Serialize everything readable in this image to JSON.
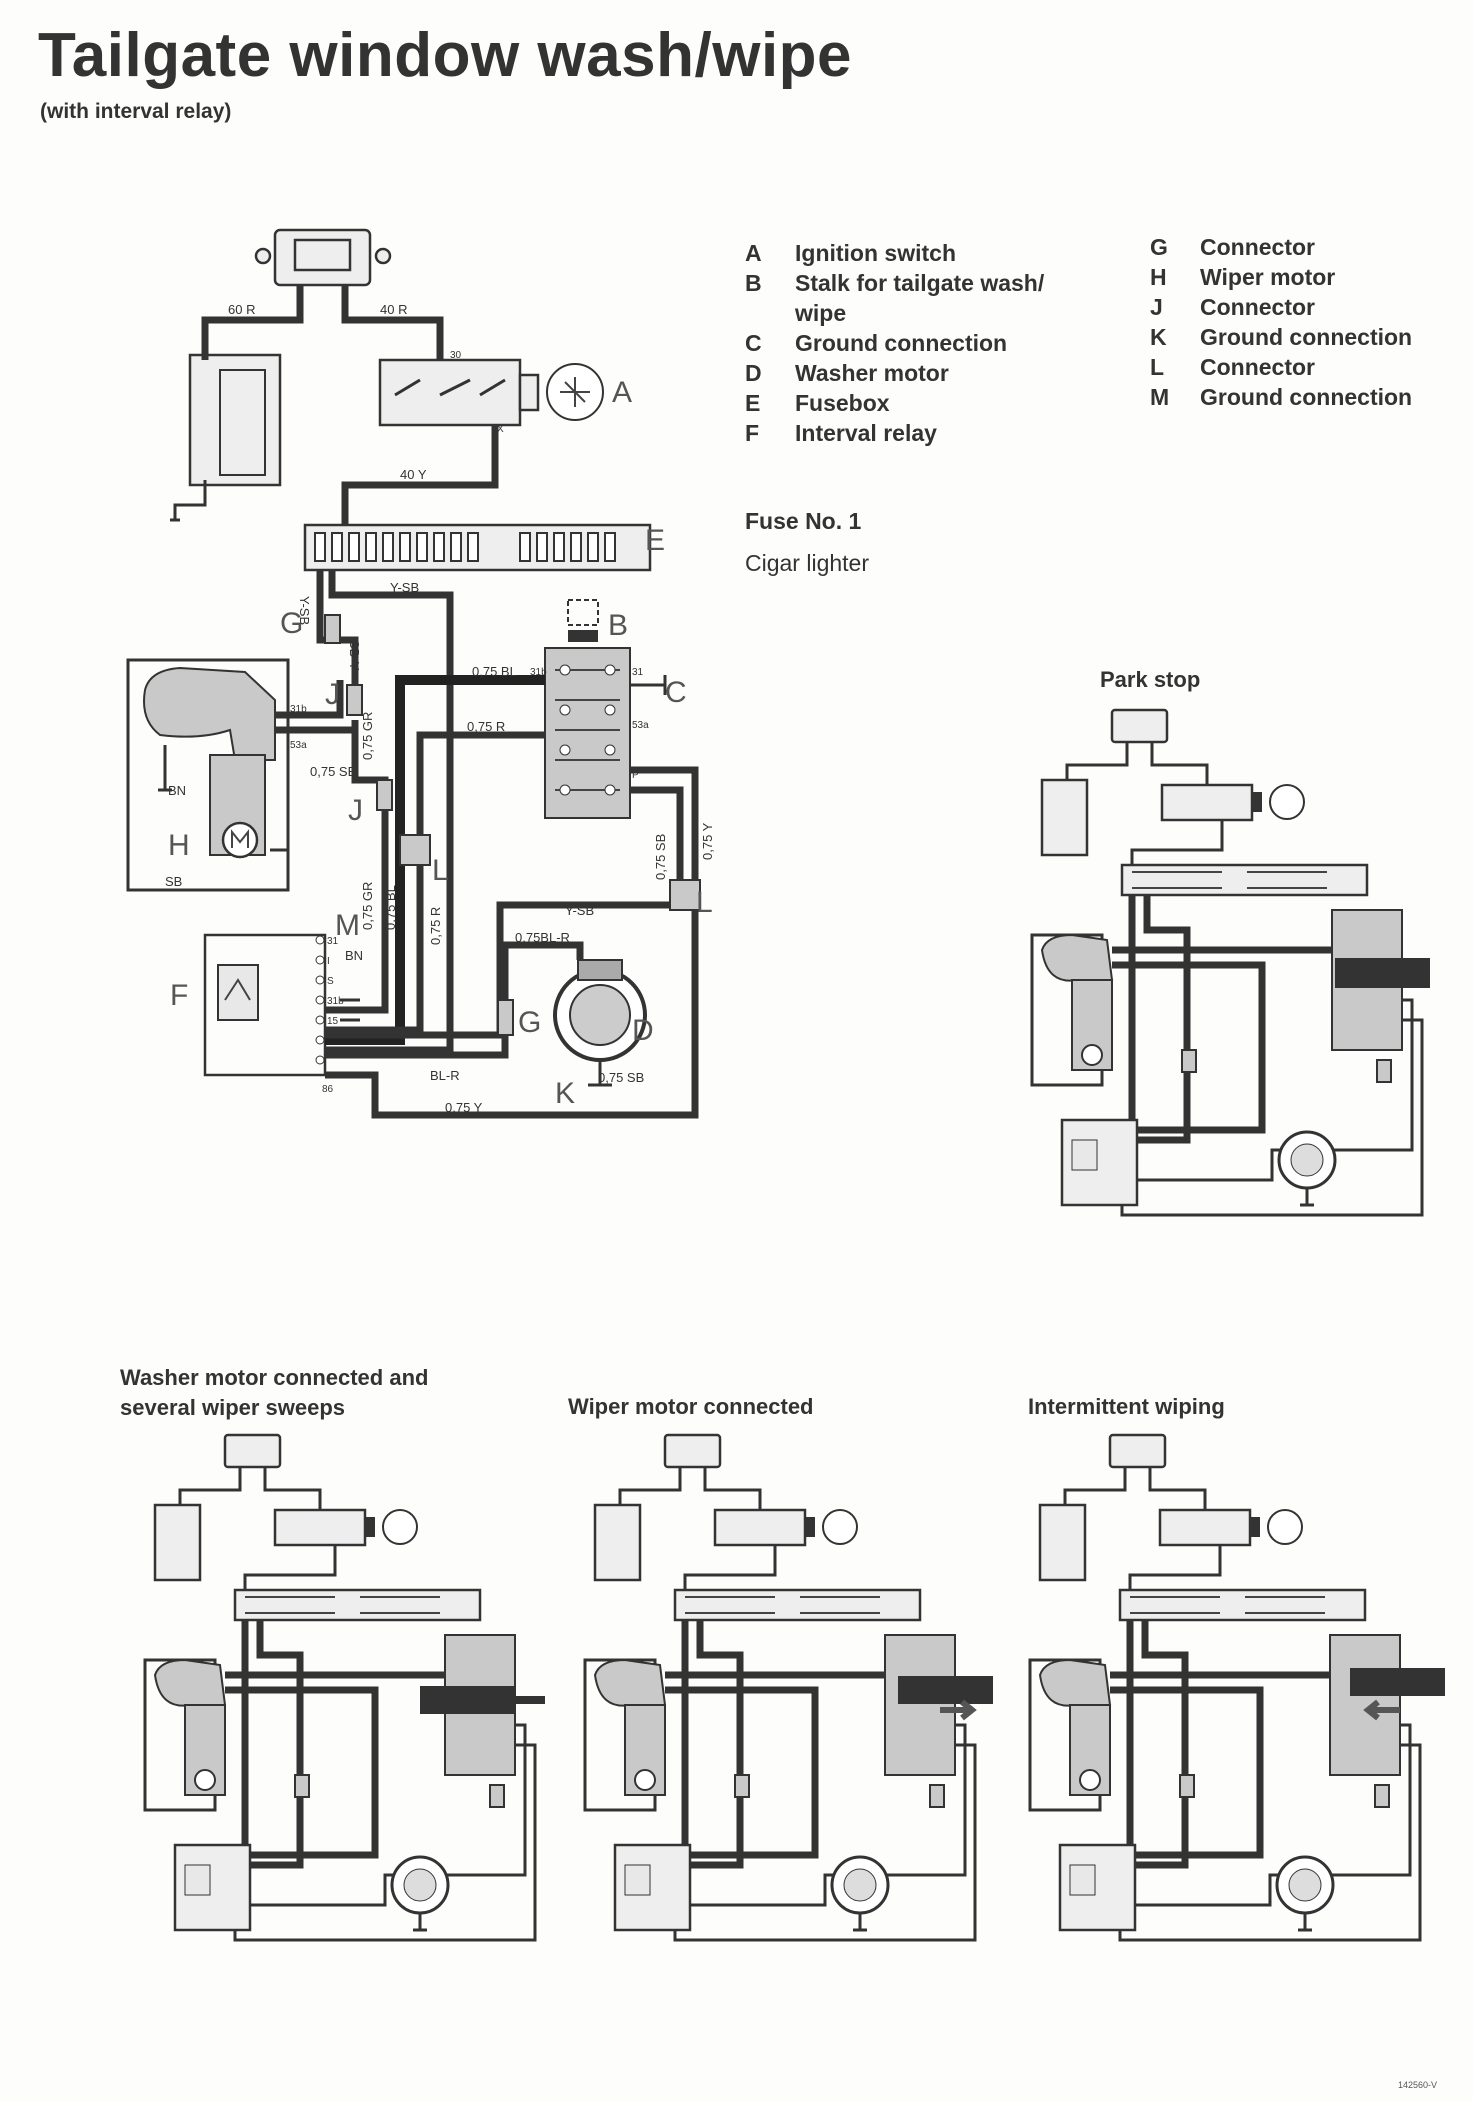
{
  "title": "Tailgate window wash/wipe",
  "subtitle": "(with interval relay)",
  "legend_left": [
    {
      "key": "A",
      "label": "Ignition switch"
    },
    {
      "key": "B",
      "label": "Stalk for tailgate wash/"
    },
    {
      "key": "",
      "label": "wipe"
    },
    {
      "key": "C",
      "label": "Ground connection"
    },
    {
      "key": "D",
      "label": "Washer motor"
    },
    {
      "key": "E",
      "label": "Fusebox"
    },
    {
      "key": "F",
      "label": "Interval relay"
    }
  ],
  "legend_right": [
    {
      "key": "G",
      "label": "Connector"
    },
    {
      "key": "H",
      "label": "Wiper motor"
    },
    {
      "key": "J",
      "label": "Connector"
    },
    {
      "key": "K",
      "label": "Ground connection"
    },
    {
      "key": "L",
      "label": "Connector"
    },
    {
      "key": "M",
      "label": "Ground connection"
    }
  ],
  "fuse_label": "Fuse No. 1",
  "fuse_desc": "Cigar lighter",
  "captions": {
    "park_stop": "Park stop",
    "washer": "Washer motor connected and several wiper sweeps",
    "wiper": "Wiper motor connected",
    "intermittent": "Intermittent wiping"
  },
  "component_letters": {
    "A": "A",
    "B": "B",
    "C": "C",
    "D": "D",
    "E": "E",
    "F": "F",
    "G1": "G",
    "G2": "G",
    "H": "H",
    "J1": "J",
    "J2": "J",
    "K": "K",
    "L1": "L",
    "L2": "L",
    "M": "M"
  },
  "wire_labels": {
    "w60r": "60 R",
    "w40r": "40 R",
    "w40y": "40 Y",
    "wysb": "Y-SB",
    "wysb2": "Y-SB",
    "w075bl": "0,75 BL",
    "w075r": "0,75 R",
    "w075sb": "0,75 SB",
    "w075gr": "0,75 GR",
    "w075gr2": "0,75 GR",
    "w075bl2": "0,75 BL",
    "w075r2": "0,75 R",
    "w075sb2": "0,75 SB",
    "w075y": "0,75 Y",
    "wysb3": "Y-SB",
    "w075blr": "0,75BL-R",
    "wblr": "BL-R",
    "w075sb3": "0,75 SB",
    "w075y2": "0,75 Y",
    "wbn": "BN",
    "wsb": "SB",
    "wbn2": "BN",
    "wsbv": "SB-Y"
  },
  "terminal_labels": {
    "t30": "30",
    "tx": "X",
    "t31b": "31b",
    "t53a": "53a",
    "t31": "31",
    "t53a2": "53a",
    "tp": "P",
    "t31r": "31",
    "tI": "I",
    "t5": "S",
    "t31b2": "31b",
    "t15": "15",
    "t86": "86"
  },
  "ref_code": "142560-V"
}
